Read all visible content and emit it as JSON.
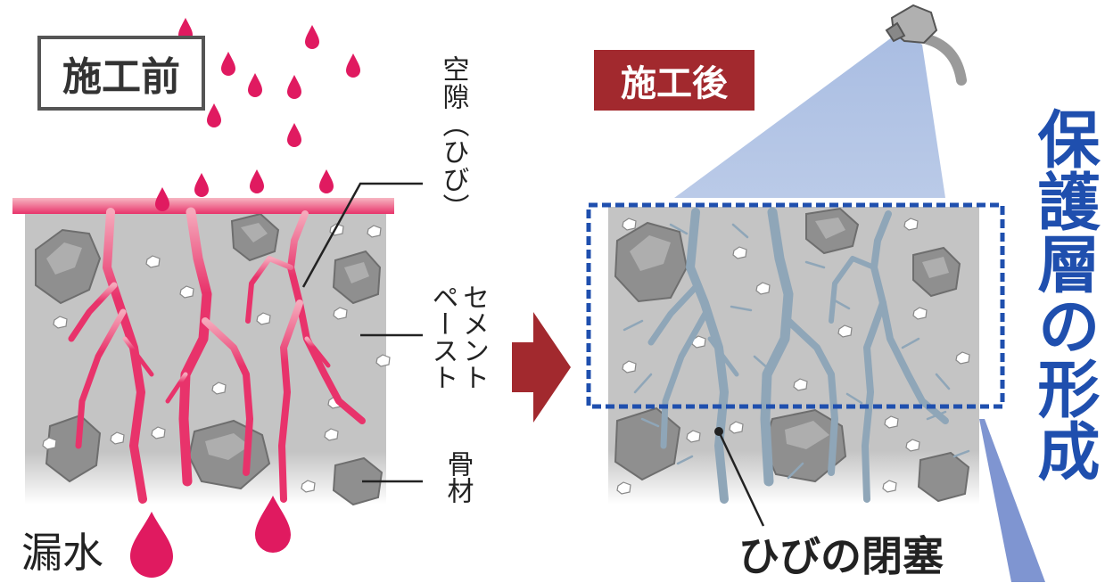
{
  "labels": {
    "before": "施工前",
    "after": "施工後",
    "gap": "空隙（ひび）",
    "cement_paste": "セメント\nペースト",
    "aggregate": "骨材",
    "leak": "漏水",
    "crack_seal": "ひびの閉塞",
    "protective_layer": "保護層の形成"
  },
  "colors": {
    "concrete": "#c4c4c4",
    "crack_before": "#e8336b",
    "crack_after": "#8fa6b8",
    "surface_coat": "#f07a8a",
    "label_after_bg": "#a2292e",
    "arrow": "#a2292e",
    "protective_layer": "#1f4fae",
    "spray": "#a9bde2"
  },
  "icons": {
    "arrow": "right-arrow-icon",
    "sprayer": "spray-bottle-icon",
    "droplet": "water-drop-icon"
  }
}
